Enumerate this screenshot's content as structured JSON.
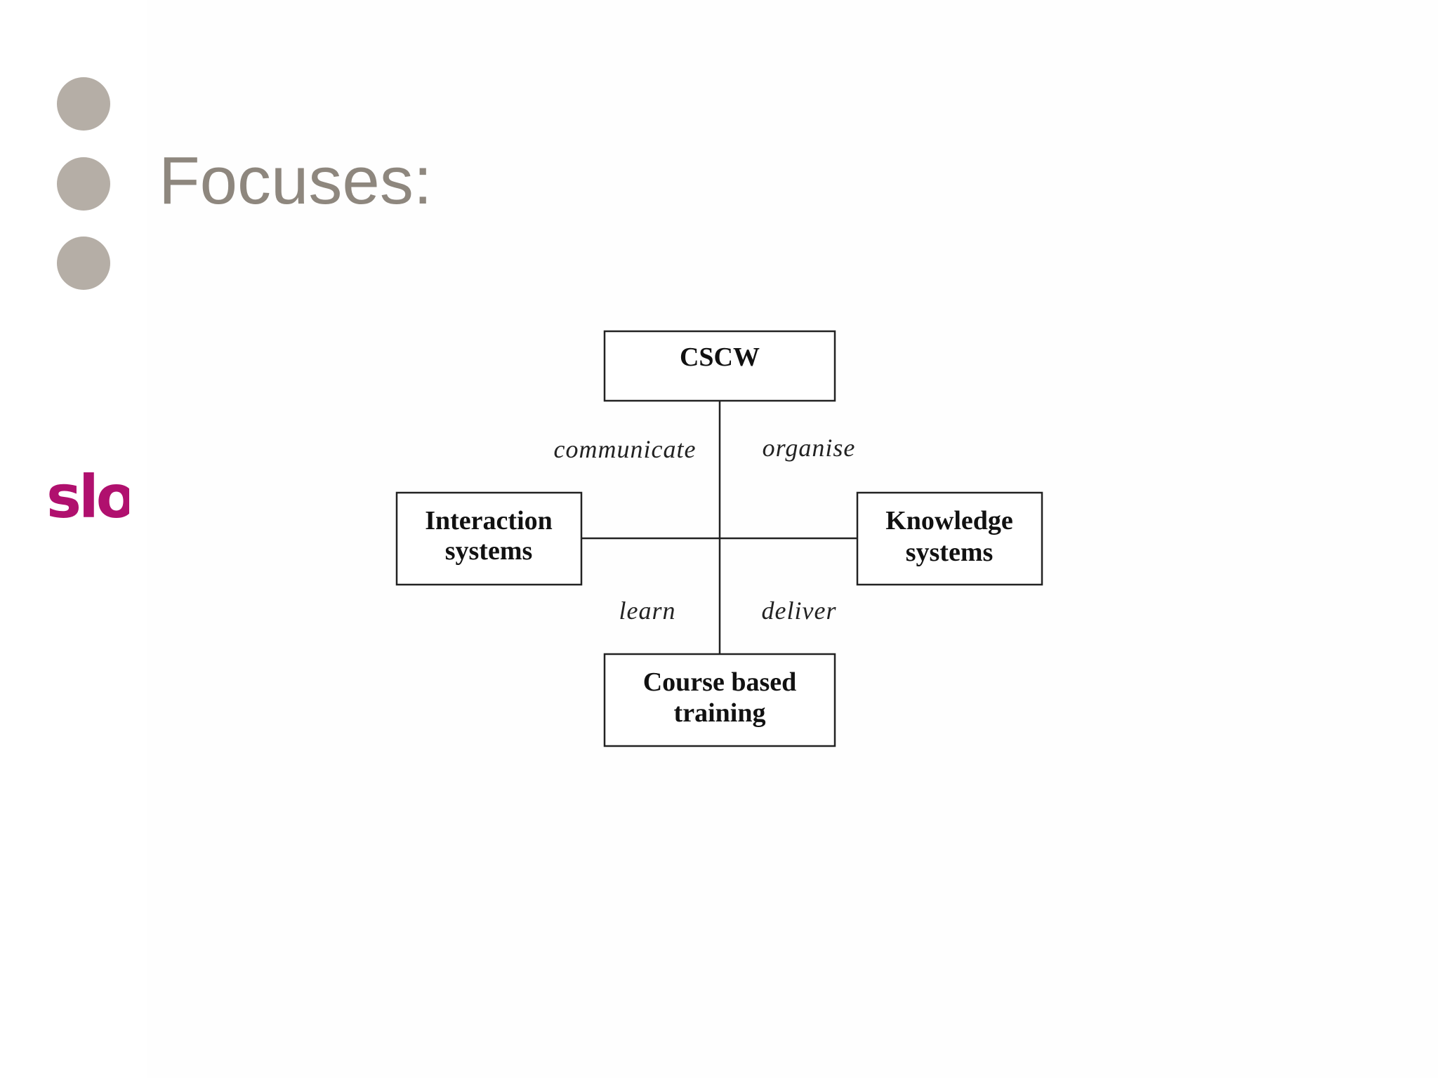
{
  "slide": {
    "title": "Focuses:",
    "bullet_count": 3,
    "logo": {
      "text": "slo",
      "color": "#b0106e"
    },
    "colors": {
      "title": "#8e877e",
      "bullet": "#b5aea6",
      "diagram_stroke": "#222222"
    }
  },
  "diagram": {
    "nodes": {
      "cscw": {
        "lines": [
          "CSCW"
        ]
      },
      "interaction": {
        "lines": [
          "Interaction",
          "systems"
        ]
      },
      "knowledge": {
        "lines": [
          "Knowledge",
          "systems"
        ]
      },
      "course": {
        "lines": [
          "Course based",
          "training"
        ]
      }
    },
    "edge_labels": {
      "communicate": "communicate",
      "organise": "organise",
      "learn": "learn",
      "deliver": "deliver"
    }
  }
}
